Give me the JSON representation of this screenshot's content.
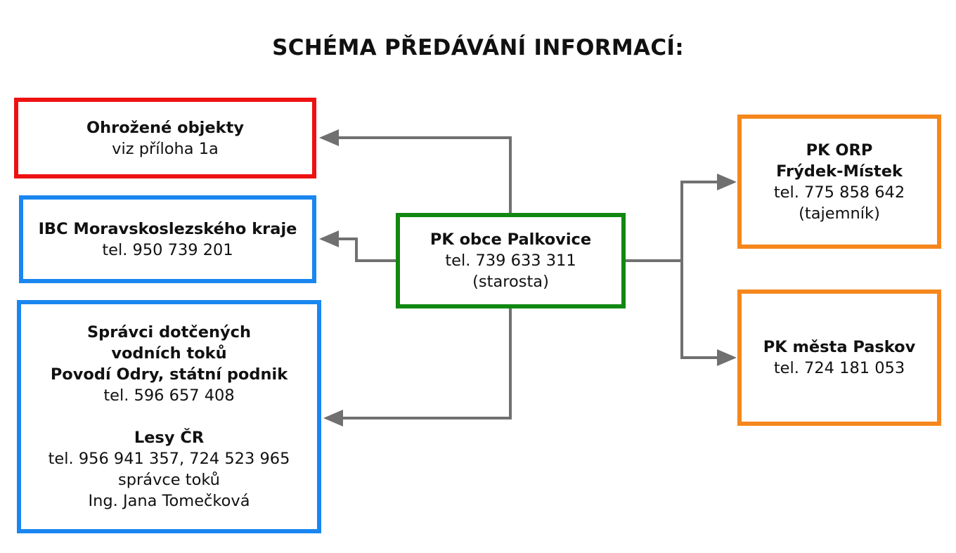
{
  "title": "SCHÉMA PŘEDÁVÁNÍ INFORMACÍ:",
  "colors": {
    "threatened": "#ee1111",
    "blue": "#1a86f0",
    "center": "#118811",
    "orange": "#f5871c",
    "arrow": "#707070"
  },
  "nodes": {
    "threatened": {
      "name": "Ohrožené objekty",
      "detail": "viz příloha 1a"
    },
    "ibc": {
      "name": "IBC Moravskoslezského kraje",
      "phone": "tel. 950 739 201"
    },
    "center": {
      "name": "PK obce Palkovice",
      "phone": "tel. 739 633 311",
      "role": "(starosta)"
    },
    "orp": {
      "name_line1": "PK ORP",
      "name_line2": "Frýdek-Místek",
      "phone": "tel. 775 858 642",
      "role": "(tajemník)"
    },
    "paskov": {
      "name": "PK města Paskov",
      "phone": "tel. 724 181 053"
    },
    "water": {
      "heading_line1": "Správci dotčených",
      "heading_line2": "vodních toků",
      "org": "Povodí Odry, státní podnik",
      "org_phone": "tel. 596 657 408",
      "forest": "Lesy ČR",
      "forest_phone": "tel. 956 941 357, 724 523 965",
      "forest_role": "správce toků",
      "forest_person": "Ing. Jana Tomečková"
    }
  }
}
